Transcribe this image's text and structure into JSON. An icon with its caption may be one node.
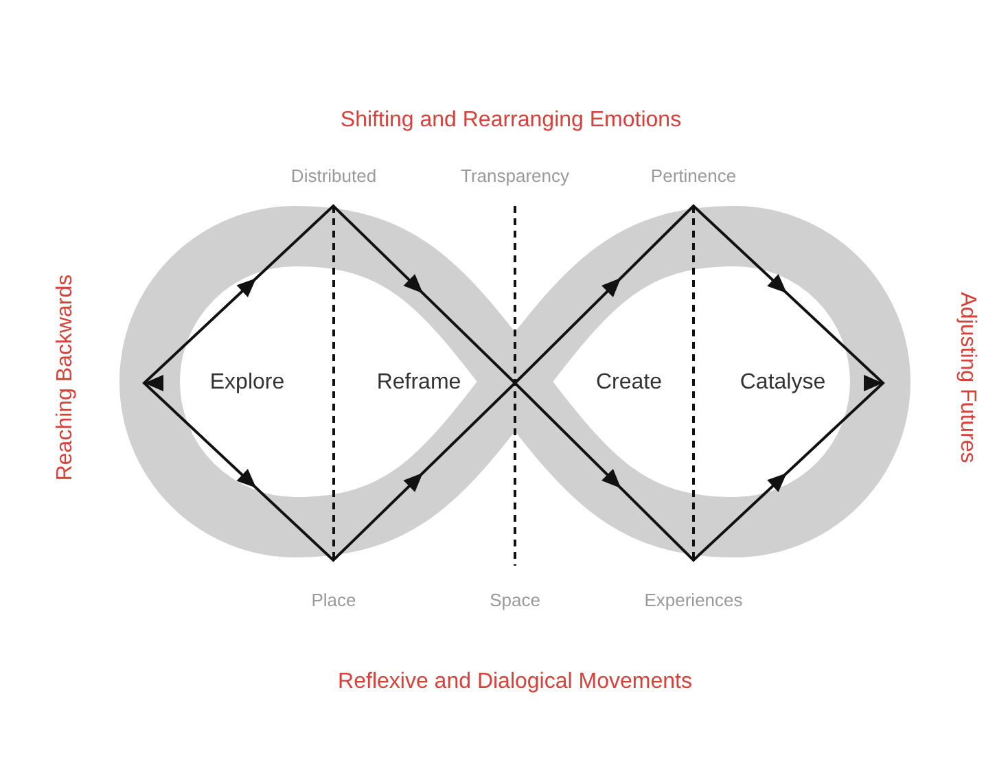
{
  "diagram": {
    "title": "Shifting and Rearranging Emotions",
    "nodes": [
      {
        "text": [
          "Explore",
          "Reframe"
        ]
      },
      {
        "text": [
          "Create",
          "Catalyse"
        ]
      }
    ],
    "labels": [
      "Reaching Backwards",
      "Adjusting Futures",
      "Distributed",
      "Transparency",
      "Pertinence",
      "Place",
      "Space",
      "Experiences",
      "Reflexive and Dialogical Movements"
    ]
  }
}
